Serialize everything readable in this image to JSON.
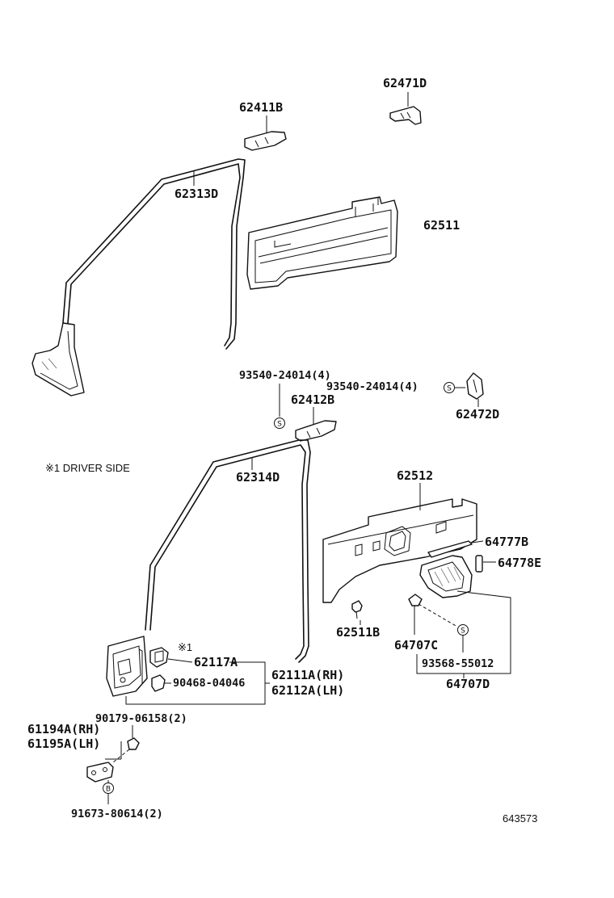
{
  "labels": {
    "p62471D": "62471D",
    "p62411B": "62411B",
    "p62313D": "62313D",
    "p62511": "62511",
    "p93540a": "93540-24014(4)",
    "p93540b": "93540-24014(4)",
    "p62412B": "62412B",
    "p62472D": "62472D",
    "p62314D": "62314D",
    "p62512": "62512",
    "p64777B": "64777B",
    "p64778E": "64778E",
    "p62511B": "62511B",
    "p64707C": "64707C",
    "p93568": "93568-55012",
    "p64707D": "64707D",
    "mark1": "※1",
    "p62117A": "62117A",
    "p62111A": "62111A(RH)",
    "p62112A": "62112A(LH)",
    "p90468": "90468-04046",
    "p90179": "90179-06158(2)",
    "p61194A": "61194A(RH)",
    "p61195A": "61195A(LH)",
    "p91673": "91673-80614(2)"
  },
  "note": "※1 DRIVER SIDE",
  "badges": {
    "s": "S",
    "b": "B"
  },
  "diagram_id": "643573"
}
